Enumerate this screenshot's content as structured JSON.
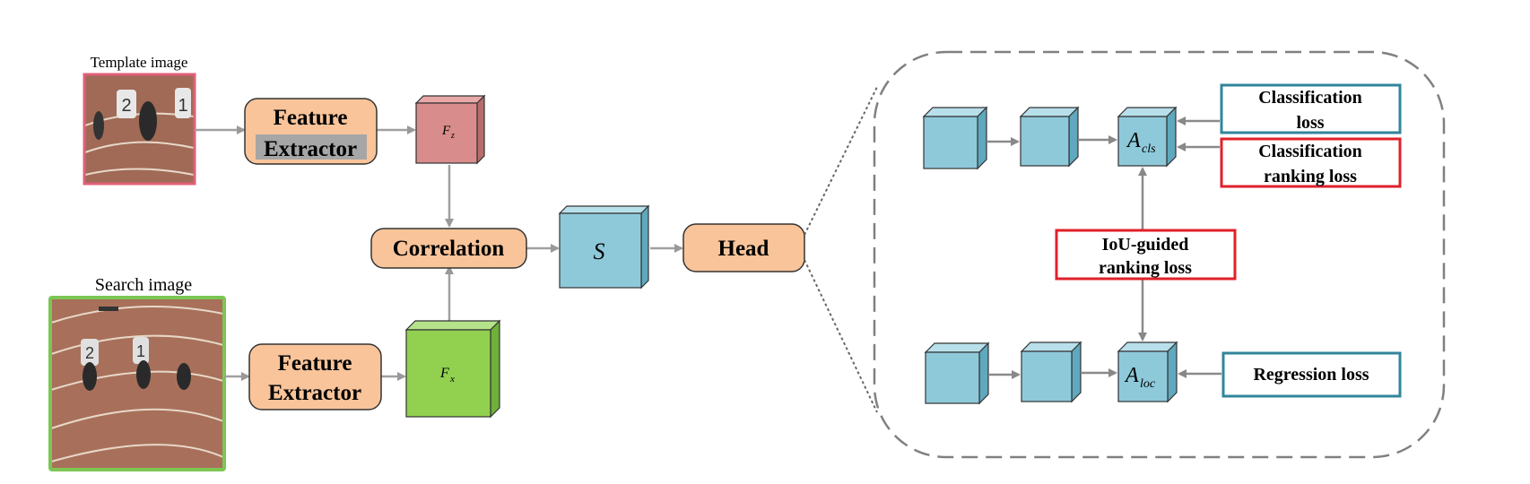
{
  "template_label": "Template image",
  "search_label": "Search image",
  "feature_extractor_1": [
    "Feature",
    "Extractor"
  ],
  "feature_extractor_2": [
    "Feature",
    "Extractor"
  ],
  "fz_label": "F",
  "fz_sub": "z",
  "fx_label": "F",
  "fx_sub": "x",
  "correlation": "Correlation",
  "s_label": "S",
  "head": "Head",
  "a_cls": "A",
  "a_cls_sub": "cls",
  "a_loc": "A",
  "a_loc_sub": "loc",
  "classification_loss": [
    "Classification",
    "loss"
  ],
  "classification_ranking_loss": [
    "Classification",
    "ranking loss"
  ],
  "iou_guided_ranking_loss": [
    "IoU-guided",
    "ranking loss"
  ],
  "regression_loss": "Regression loss",
  "colors": {
    "feature_box": "#f9c49a",
    "fz_cube": "#d98c8c",
    "fx_cube": "#92d050",
    "blue_cube": "#8ec9da",
    "template_border": "#e0607a",
    "search_border": "#7cc653",
    "teal_border": "#31859c",
    "red_border": "#e0202a",
    "arrow": "#a0a0a0"
  }
}
